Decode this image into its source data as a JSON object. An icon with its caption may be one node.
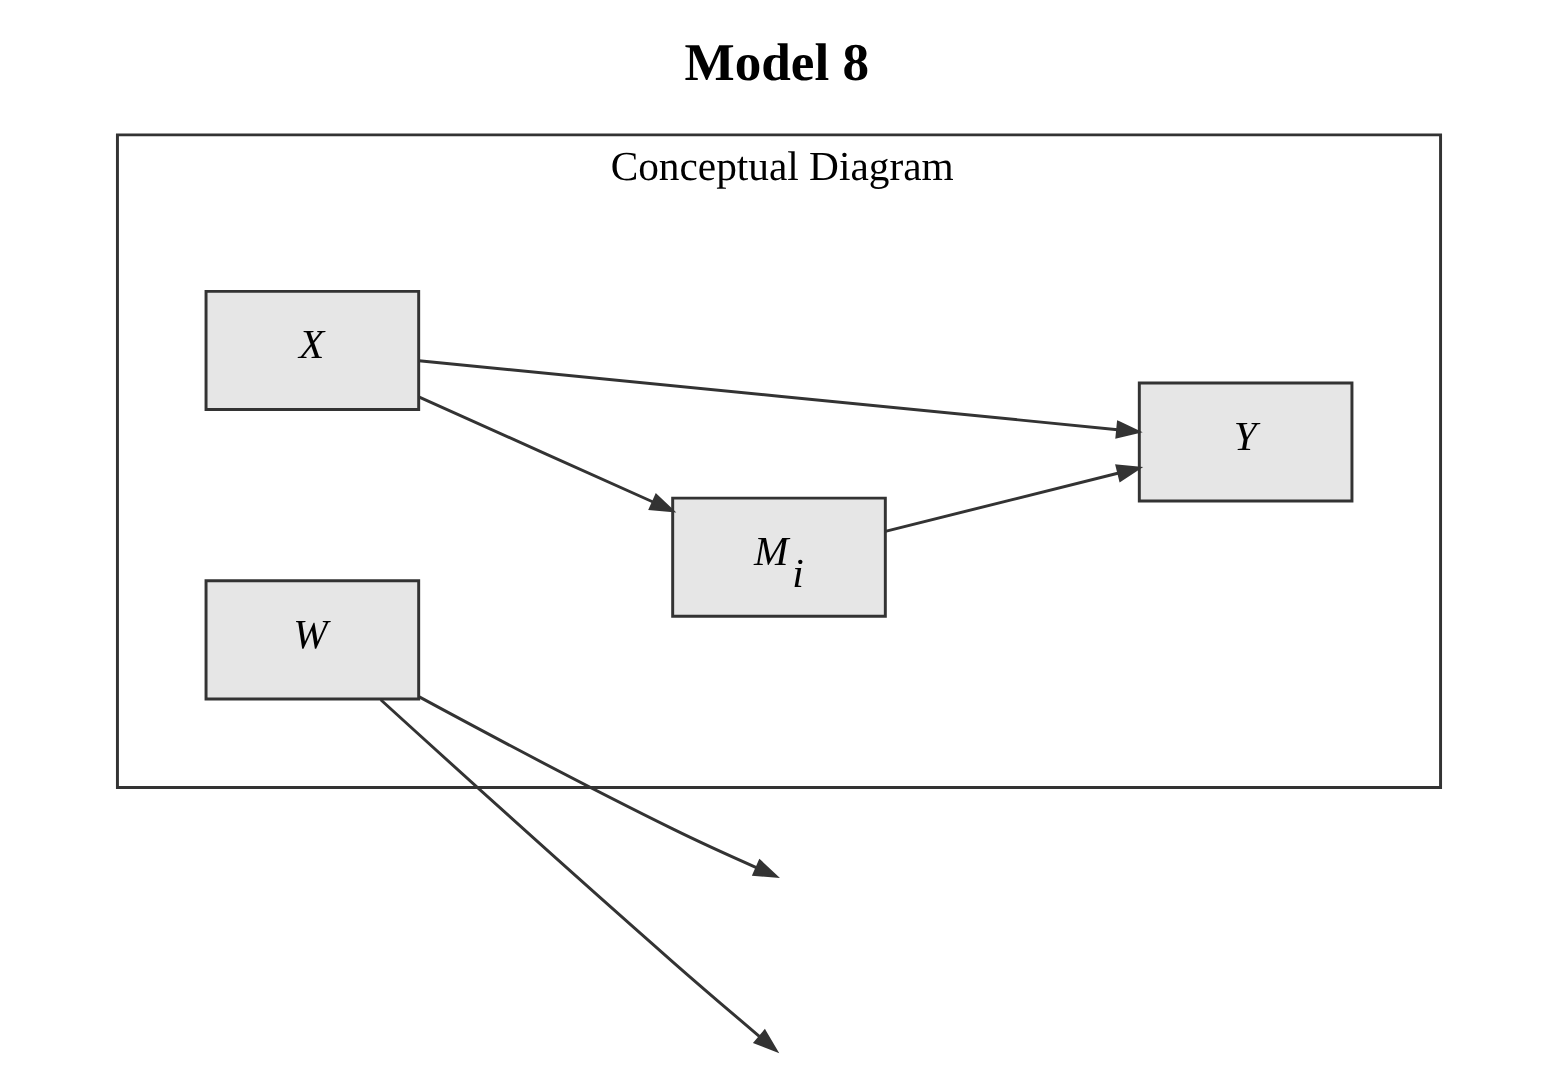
{
  "diagram": {
    "title": "Model 8",
    "nodes": [
      {
        "text": [
          "Conceptual Diagram"
        ]
      },
      {
        "text": [
          "W"
        ],
        "in": 0
      },
      {
        "text": [
          "M$_{i}$"
        ],
        "in": 0
      },
      {
        "text": [
          "X"
        ],
        "in": 0
      },
      {
        "text": [
          "Y"
        ],
        "in": 0
      }
    ],
    "edges": [
      {
        "from": 1,
        "to": null,
        "arrow": "to"
      },
      {
        "from": 1,
        "to": null,
        "arrow": "to"
      },
      {
        "from": 3,
        "to": 2,
        "arrow": "to"
      },
      {
        "from": 2,
        "to": 4,
        "arrow": "to"
      },
      {
        "from": 3,
        "to": 4,
        "arrow": "to"
      }
    ]
  }
}
